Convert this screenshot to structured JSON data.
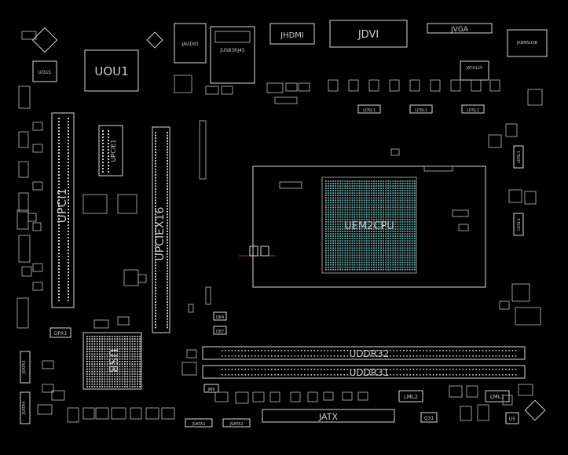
{
  "labels": {
    "uou1": "UOU1",
    "uou1_small": "UOU1",
    "jaudio": "JAUDIO",
    "jusb3": "JUSB3RJ45",
    "jhdmi": "JHDMI",
    "jdvi": "JDVI",
    "jvga": "JVGA",
    "jkbms": "JKBMSUSB",
    "jatx12v": "JATX12V",
    "ldsl1_a": "LDSL1",
    "ldsl1_b": "LDSL1",
    "ldsl1_c": "LDSL1",
    "ldsl1_d": "LDSL1",
    "ldsl1_e": "LDSL1",
    "upci1": "UPCI1",
    "upcie1": "UPCIE1",
    "upciex16": "UPCIEX16",
    "uem2cpu": "UEM2CPU",
    "usb_chip": "USB",
    "uddr32": "UDDR32",
    "uddr31": "UDDR31",
    "jatx": "JATX",
    "jsata1": "JSATA1",
    "jsata2": "JSATA2",
    "jsata3": "JSATA3",
    "jsata4": "JSATA4",
    "lml1": "LML1",
    "lml2": "LML2",
    "q31": "Q31",
    "u5": "U5",
    "dpx1": "DPX1",
    "q84": "Q84",
    "q87": "Q87",
    "jm9": "JM9"
  },
  "colors": {
    "background": "#000000",
    "outline": "#d8d8d8",
    "cpu_pins": "#6fb3b3",
    "marker": "#c03030"
  }
}
